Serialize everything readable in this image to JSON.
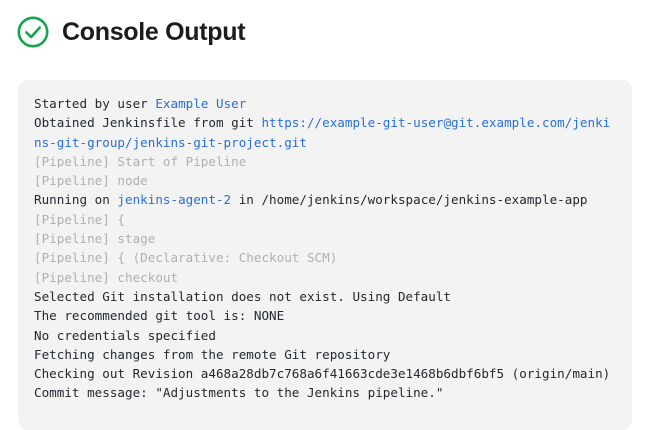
{
  "header": {
    "title": "Console Output",
    "status_icon": "check-circle-icon",
    "status_color": "#17a44a"
  },
  "colors": {
    "panel_background": "#f3f3f3",
    "text": "#24292f",
    "link": "#2a6fd6",
    "muted": "#b0b0b0"
  },
  "console": {
    "lines": [
      [
        {
          "text": "Started by user ",
          "style": "plain"
        },
        {
          "text": "Example User",
          "style": "link"
        }
      ],
      [
        {
          "text": "Obtained Jenkinsfile from git ",
          "style": "plain"
        },
        {
          "text": "https://example-git-user@git.example.com/jenkins-git-group/jenkins-git-project.git",
          "style": "link"
        }
      ],
      [
        {
          "text": "[Pipeline] Start of Pipeline",
          "style": "muted"
        }
      ],
      [
        {
          "text": "[Pipeline] node",
          "style": "muted"
        }
      ],
      [
        {
          "text": "Running on ",
          "style": "plain"
        },
        {
          "text": "jenkins-agent-2",
          "style": "link"
        },
        {
          "text": " in /home/jenkins/workspace/jenkins-example-app",
          "style": "plain"
        }
      ],
      [
        {
          "text": "[Pipeline] {",
          "style": "muted"
        }
      ],
      [
        {
          "text": "[Pipeline] stage",
          "style": "muted"
        }
      ],
      [
        {
          "text": "[Pipeline] { (Declarative: Checkout SCM)",
          "style": "muted"
        }
      ],
      [
        {
          "text": "[Pipeline] checkout",
          "style": "muted"
        }
      ],
      [
        {
          "text": "Selected Git installation does not exist. Using Default",
          "style": "plain"
        }
      ],
      [
        {
          "text": "The recommended git tool is: NONE",
          "style": "plain"
        }
      ],
      [
        {
          "text": "No credentials specified",
          "style": "plain"
        }
      ],
      [
        {
          "text": "Fetching changes from the remote Git repository",
          "style": "plain"
        }
      ],
      [
        {
          "text": "Checking out Revision a468a28db7c768a6f41663cde3e1468b6dbf6bf5 (origin/main)",
          "style": "plain"
        }
      ],
      [
        {
          "text": "Commit message: \"Adjustments to the Jenkins pipeline.\"",
          "style": "plain"
        }
      ]
    ]
  }
}
